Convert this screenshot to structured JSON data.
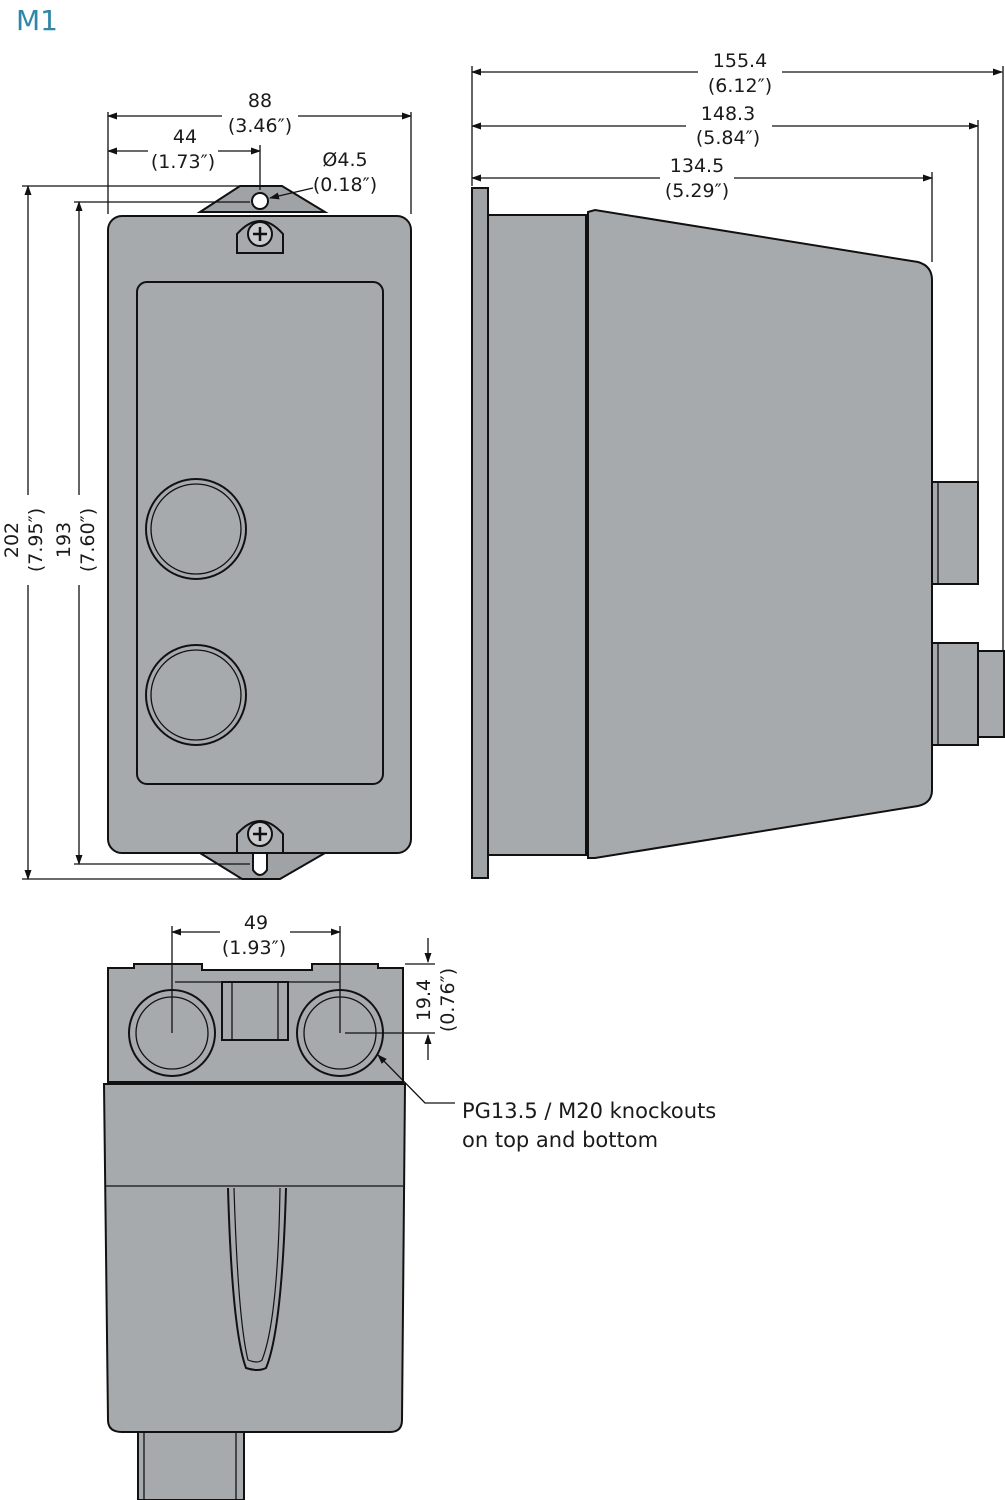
{
  "title": "M1",
  "front_view": {
    "width_total": {
      "mm": "88",
      "in": "(3.46″)"
    },
    "width_half": {
      "mm": "44",
      "in": "(1.73″)"
    },
    "hole_diameter": {
      "mm": "Ø4.5",
      "in": "(0.18″)"
    },
    "height_total": {
      "mm": "202",
      "in": "(7.95″)"
    },
    "height_inner": {
      "mm": "193",
      "in": "(7.60″)"
    }
  },
  "side_view": {
    "depth_total": {
      "mm": "155.4",
      "in": "(6.12″)"
    },
    "depth_mid": {
      "mm": "148.3",
      "in": "(5.84″)"
    },
    "depth_body": {
      "mm": "134.5",
      "in": "(5.29″)"
    }
  },
  "top_view": {
    "knockout_spacing": {
      "mm": "49",
      "in": "(1.93″)"
    },
    "knockout_offset": {
      "mm": "19.4",
      "in": "(0.76″)"
    },
    "knockout_note_line1": "PG13.5 / M20 knockouts",
    "knockout_note_line2": "on top and bottom"
  },
  "colors": {
    "title": "#2f86a8",
    "housing": "#a7aaad",
    "outline": "#111111"
  }
}
